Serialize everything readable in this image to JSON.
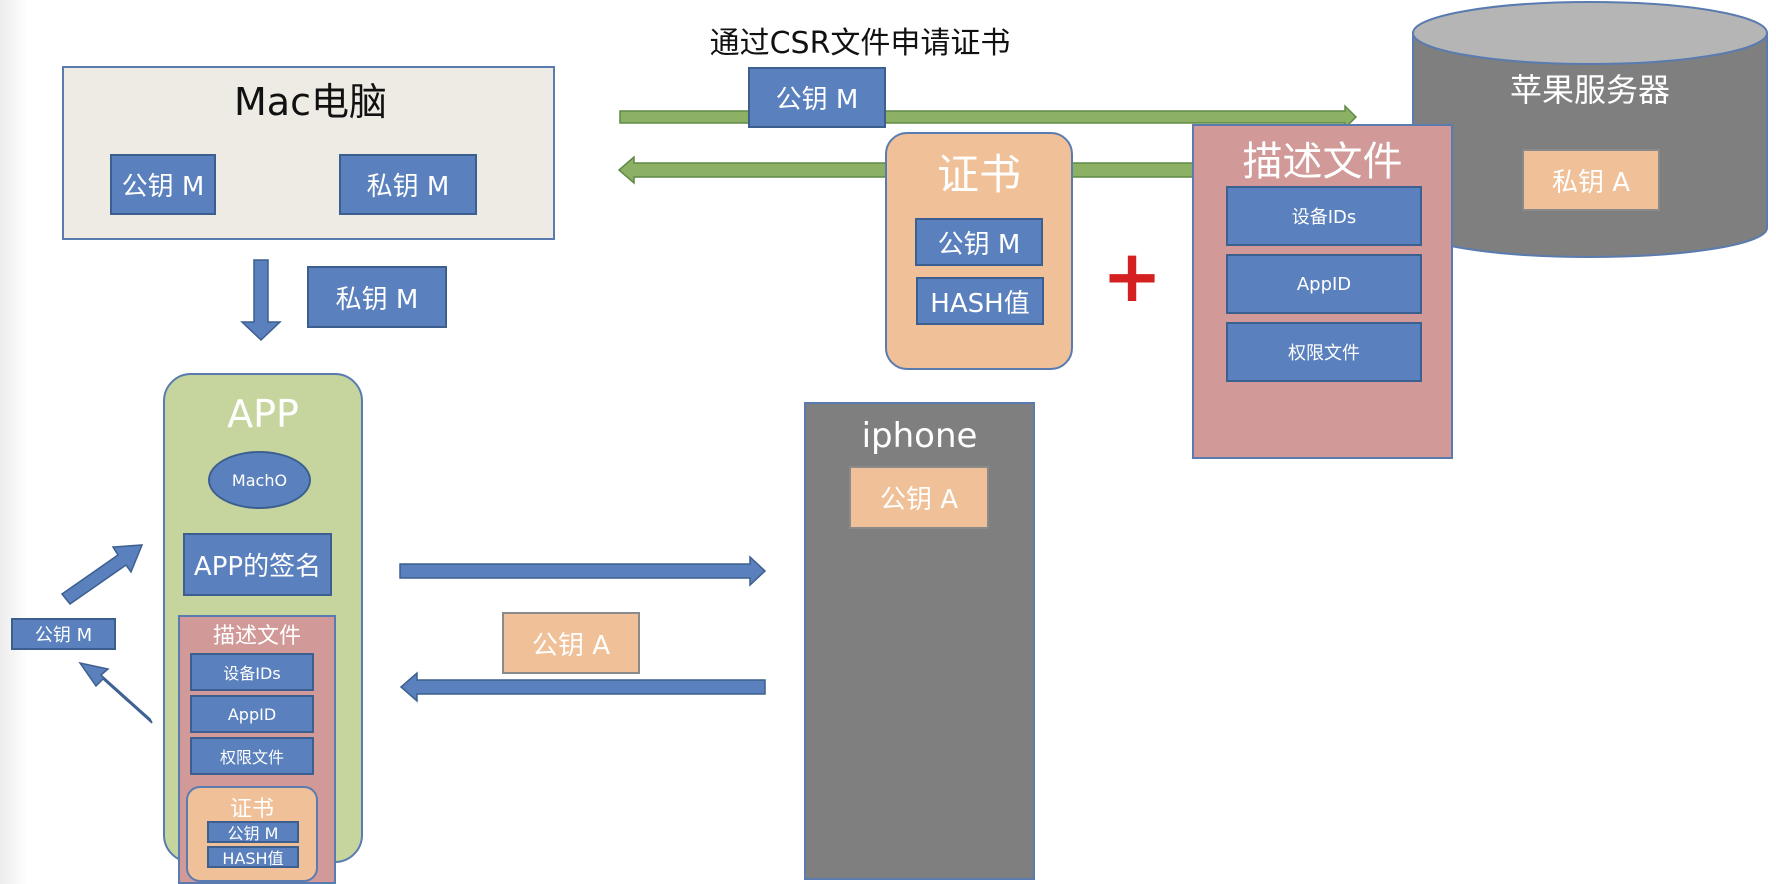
{
  "top_caption": "通过CSR文件申请证书",
  "mac": {
    "title": "Mac电脑",
    "public_key": "公钥 M",
    "private_key": "私钥 M"
  },
  "transfer": {
    "private_key": "私钥 M",
    "public_key_top": "公钥 M",
    "public_key_app": "公钥 A",
    "public_key_side": "公钥 M",
    "plus": "+"
  },
  "apple_server": {
    "title": "苹果服务器",
    "private_key": "私钥 A"
  },
  "certificate": {
    "title": "证书",
    "public_key": "公钥 M",
    "hash": "HASH值"
  },
  "profile": {
    "title": "描述文件",
    "items": [
      "设备IDs",
      "AppID",
      "权限文件"
    ]
  },
  "app": {
    "title": "APP",
    "macho": "MachO",
    "signature": "APP的签名",
    "profile": {
      "title": "描述文件",
      "items": [
        "设备IDs",
        "AppID",
        "权限文件"
      ]
    },
    "certificate": {
      "title": "证书",
      "public_key": "公钥 M",
      "hash": "HASH值"
    }
  },
  "iphone": {
    "title": "iphone",
    "public_key": "公钥 A"
  },
  "colors": {
    "key_blue": "#5a80bd",
    "peach": "#f0c198",
    "app_green": "#c5d59d",
    "profile_pink": "#d19a98",
    "server_grey": "#7f7f7f",
    "mac_beige": "#eeebe5",
    "arrow_green": "#8db164",
    "plus_red": "#d42020"
  }
}
